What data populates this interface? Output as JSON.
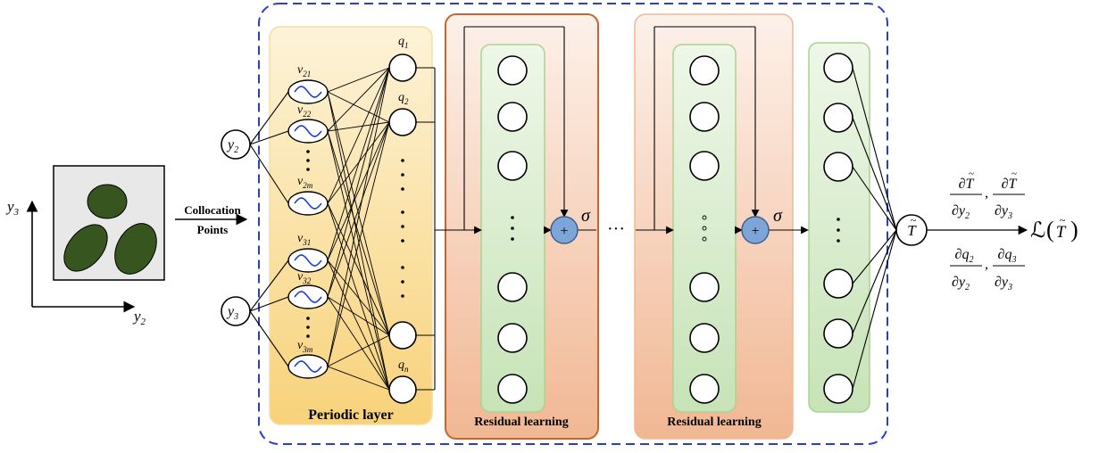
{
  "inputs": {
    "y2": "y",
    "y2_sub": "2",
    "y3": "y",
    "y3_sub": "3"
  },
  "domain_axes": {
    "vertical": "y",
    "vertical_sub": "3",
    "horizontal": "y",
    "horizontal_sub": "2"
  },
  "arrow_label": {
    "line1": "Collocation",
    "line2": "Points"
  },
  "periodic": {
    "caption": "Periodic layer",
    "v_labels": [
      {
        "base": "v",
        "sub": "21"
      },
      {
        "base": "v",
        "sub": "22"
      },
      {
        "base": "v",
        "sub": "2m"
      },
      {
        "base": "v",
        "sub": "31"
      },
      {
        "base": "v",
        "sub": "32"
      },
      {
        "base": "v",
        "sub": "3m"
      }
    ],
    "q_labels": [
      {
        "base": "q",
        "sub": "1"
      },
      {
        "base": "q",
        "sub": "2"
      },
      {
        "base": "q",
        "sub": "n"
      }
    ]
  },
  "residual_blocks": [
    {
      "caption": "Residual learning",
      "activation": "σ",
      "plus": "+"
    },
    {
      "caption": "Residual learning",
      "activation": "σ",
      "plus": "+"
    }
  ],
  "ellipsis_between": "···",
  "output": {
    "symbol": "T",
    "accent": "~"
  },
  "derivatives": {
    "row1": [
      {
        "num": "∂T",
        "den": "∂y",
        "den_sub": "2"
      },
      {
        "num": "∂T",
        "den": "∂y",
        "den_sub": "3"
      }
    ],
    "row2": [
      {
        "num": "∂q",
        "num_sub": "2",
        "den": "∂y",
        "den_sub": "2"
      },
      {
        "num": "∂q",
        "num_sub": "3",
        "den": "∂y",
        "den_sub": "3"
      }
    ],
    "separator": ","
  },
  "loss": {
    "symbol": "ℒ",
    "arg": "T"
  },
  "colors": {
    "dashed_border": "#2a3bd6",
    "periodic_fill_top": "#fdf3d8",
    "periodic_fill_bottom": "#f8d27a",
    "periodic_stroke": "#f3dfa0",
    "residual1_fill_top": "#fdf1ea",
    "residual1_fill_bottom": "#f1b793",
    "residual1_stroke": "#c8652e",
    "residual2_fill_top": "#fdf1ea",
    "residual2_fill_bottom": "#f1b793",
    "residual2_stroke": "#f0b894",
    "green_fill_top": "#eef7e8",
    "green_fill_bottom": "#c7e3b7",
    "green_stroke": "#a9d38f",
    "plus_fill": "#7ea5d8",
    "plus_stroke": "#3d5f8f",
    "sine": "#1e3fd0",
    "ellipse_fill": "#37561f",
    "domain_fill": "#e8e8e8"
  }
}
